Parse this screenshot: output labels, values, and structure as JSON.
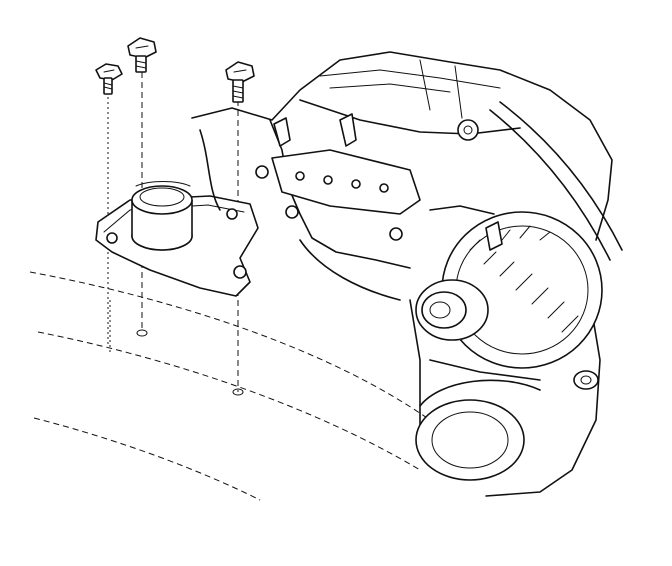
{
  "figure": {
    "kind": "exploded-assembly-line-drawing",
    "colors": {
      "ink": "#111111",
      "background": "#ffffff"
    }
  },
  "parts": {
    "bolts": [
      "hex-flange-bolt",
      "hex-flange-bolt",
      "hex-flange-bolt"
    ],
    "mount": "engine-mount-bracket",
    "alternator": "alternator",
    "engine": "engine-block"
  }
}
